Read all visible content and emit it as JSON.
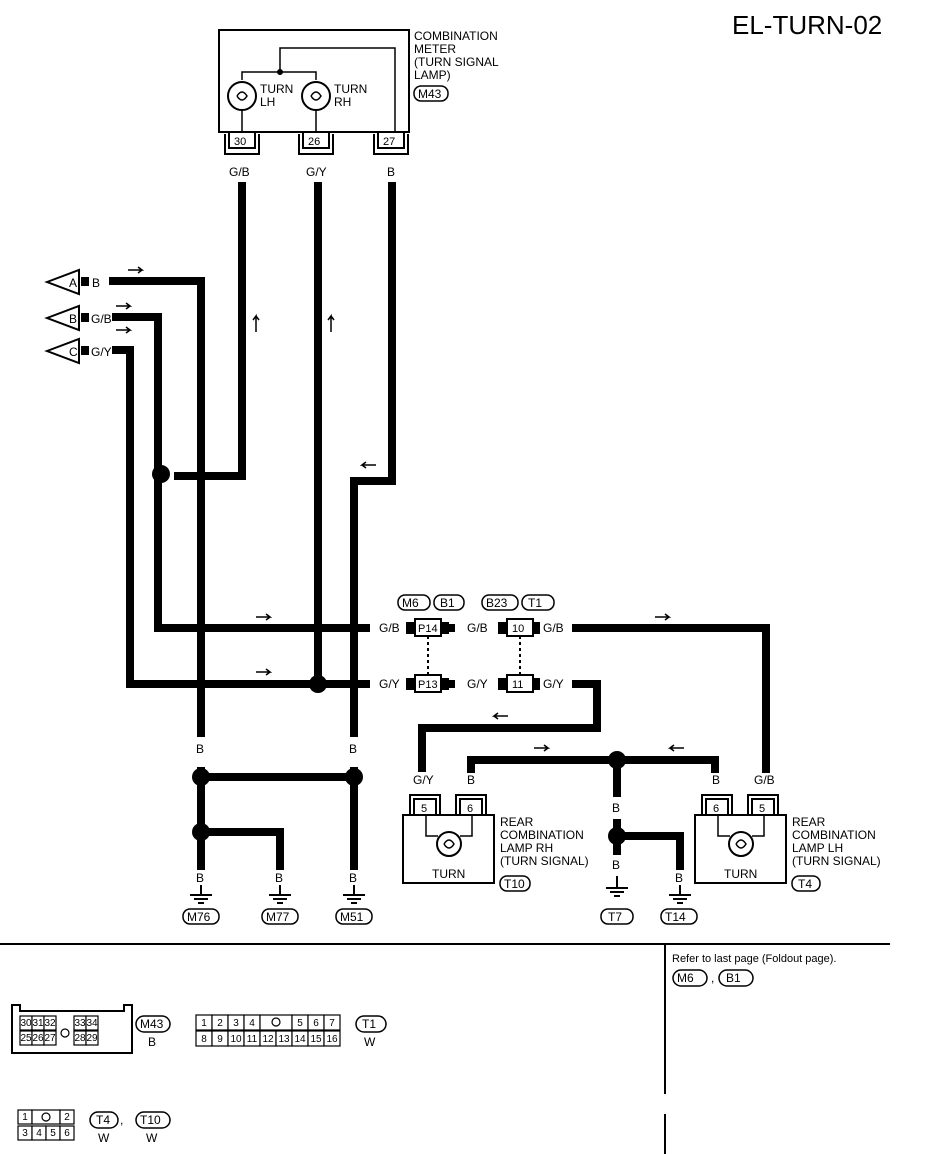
{
  "title": "EL-TURN-02",
  "meter": {
    "name_lines": [
      "COMBINATION",
      "METER",
      "(TURN SIGNAL",
      "LAMP)"
    ],
    "connector": "M43",
    "lamp_lh_lines": [
      "TURN",
      "LH"
    ],
    "lamp_rh_lines": [
      "TURN",
      "RH"
    ],
    "pins": [
      "30",
      "26",
      "27"
    ],
    "wire_colors": [
      "G/B",
      "G/Y",
      "B"
    ]
  },
  "inputs": [
    {
      "letter": "A",
      "color": "B"
    },
    {
      "letter": "B",
      "color": "G/B"
    },
    {
      "letter": "C",
      "color": "G/Y"
    }
  ],
  "joints": {
    "upper": {
      "left_conn": "M6",
      "right_conn": "B1",
      "top_pin": "P14",
      "bottom_pin": "P13"
    },
    "lower": {
      "left_conn": "B23",
      "right_conn": "T1",
      "top_pin": "10",
      "bottom_pin": "11"
    },
    "top_colors": [
      "G/B",
      "G/B",
      "G/B"
    ],
    "bottom_colors": [
      "G/Y",
      "G/Y",
      "G/Y"
    ]
  },
  "lamp_rh": {
    "name_lines": [
      "REAR",
      "COMBINATION",
      "LAMP RH",
      "(TURN SIGNAL)"
    ],
    "connector": "T10",
    "pins": [
      "5",
      "6"
    ],
    "wire_colors": [
      "G/Y",
      "B"
    ],
    "label": "TURN"
  },
  "lamp_lh": {
    "name_lines": [
      "REAR",
      "COMBINATION",
      "LAMP LH",
      "(TURN SIGNAL)"
    ],
    "connector": "T4",
    "pins": [
      "6",
      "5"
    ],
    "wire_colors": [
      "B",
      "G/B"
    ],
    "label": "TURN"
  },
  "grounds": [
    {
      "id": "M76",
      "color": "B"
    },
    {
      "id": "M77",
      "color": "B"
    },
    {
      "id": "M51",
      "color": "B"
    },
    {
      "id": "T7",
      "color": "B"
    },
    {
      "id": "T14",
      "color": "B"
    }
  ],
  "ground_wire_labels": [
    "B",
    "B",
    "B",
    "B"
  ],
  "notes": {
    "foldout": "Refer to last page (Foldout page).",
    "foldout_conns": [
      "M6",
      "B1"
    ],
    "comma": ","
  },
  "connector_views": {
    "m43": {
      "id": "M43",
      "color": "B",
      "top": [
        "30",
        "31",
        "32",
        "33",
        "34"
      ],
      "bottom": [
        "25",
        "26",
        "27",
        "28",
        "29"
      ]
    },
    "t1": {
      "id": "T1",
      "color": "W",
      "top": [
        "1",
        "2",
        "3",
        "4",
        "5",
        "6",
        "7"
      ],
      "bottom": [
        "8",
        "9",
        "10",
        "11",
        "12",
        "13",
        "14",
        "15",
        "16"
      ]
    },
    "t4t10": {
      "ids": [
        "T4",
        "T10"
      ],
      "colors": [
        "W",
        "W"
      ],
      "top": [
        "1",
        "2"
      ],
      "bottom": [
        "3",
        "4",
        "5",
        "6"
      ]
    }
  }
}
